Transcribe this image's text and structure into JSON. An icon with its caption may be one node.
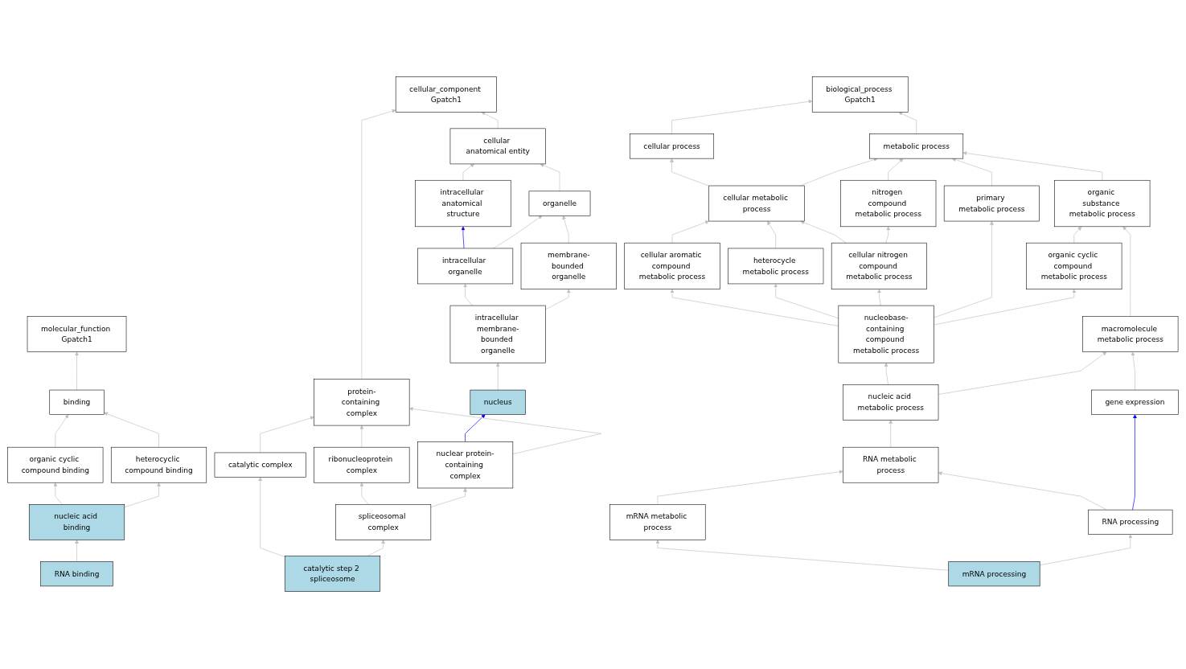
{
  "diagram": {
    "nodes": [
      {
        "text": [
          "molecular_function Gpatch1"
        ]
      },
      {
        "text": [
          "binding"
        ]
      },
      {
        "text": [
          "organic cyclic compound binding"
        ]
      },
      {
        "text": [
          "heterocyclic compound binding"
        ]
      },
      {
        "text": [
          "nucleic acid binding"
        ]
      },
      {
        "text": [
          "RNA binding"
        ]
      },
      {
        "text": [
          "cellular_component Gpatch1"
        ]
      },
      {
        "text": [
          "cellular anatomical entity"
        ]
      },
      {
        "text": [
          "intracellular anatomical structure"
        ]
      },
      {
        "text": [
          "organelle"
        ]
      },
      {
        "text": [
          "intracellular organelle"
        ]
      },
      {
        "text": [
          "membrane-bounded organelle"
        ]
      },
      {
        "text": [
          "intracellular membrane-bounded organelle"
        ]
      },
      {
        "text": [
          "protein-containing complex"
        ]
      },
      {
        "text": [
          "nucleus"
        ]
      },
      {
        "text": [
          "ribonucleoprotein complex"
        ]
      },
      {
        "text": [
          "nuclear protein-containing complex"
        ]
      },
      {
        "text": [
          "catalytic complex"
        ]
      },
      {
        "text": [
          "spliceosomal complex"
        ]
      },
      {
        "text": [
          "catalytic step 2 spliceosome"
        ]
      },
      {
        "text": [
          "biological_process Gpatch1"
        ]
      },
      {
        "text": [
          "cellular process"
        ]
      },
      {
        "text": [
          "metabolic process"
        ]
      },
      {
        "text": [
          "cellular metabolic process"
        ]
      },
      {
        "text": [
          "nitrogen compound metabolic process"
        ]
      },
      {
        "text": [
          "organic substance metabolic process"
        ]
      },
      {
        "text": [
          "cellular aromatic compound metabolic process"
        ]
      },
      {
        "text": [
          "heterocycle metabolic process"
        ]
      },
      {
        "text": [
          "cellular nitrogen compound metabolic process"
        ]
      },
      {
        "text": [
          "primary metabolic process"
        ]
      },
      {
        "text": [
          "organic cyclic compound metabolic process"
        ]
      },
      {
        "text": [
          "nucleobase-containing compound metabolic process"
        ]
      },
      {
        "text": [
          "macromolecule metabolic process"
        ]
      },
      {
        "text": [
          "nucleic acid metabolic process"
        ]
      },
      {
        "text": [
          "RNA metabolic process"
        ]
      },
      {
        "text": [
          "gene expression"
        ]
      },
      {
        "text": [
          "mRNA metabolic process"
        ]
      },
      {
        "text": [
          "RNA processing"
        ]
      },
      {
        "text": [
          "mRNA processing"
        ]
      }
    ],
    "edges": [
      {
        "from": 1,
        "to": 0,
        "arrow": "to"
      },
      {
        "from": 2,
        "to": 1,
        "arrow": "to"
      },
      {
        "from": 3,
        "to": 1,
        "arrow": "to"
      },
      {
        "from": 4,
        "to": 2,
        "arrow": "to"
      },
      {
        "from": 4,
        "to": 3,
        "arrow": "to"
      },
      {
        "from": 5,
        "to": 4,
        "arrow": "to"
      },
      {
        "from": 7,
        "to": 6,
        "arrow": "to"
      },
      {
        "from": 13,
        "to": 6,
        "arrow": "to"
      },
      {
        "from": 8,
        "to": 7,
        "arrow": "to"
      },
      {
        "from": 9,
        "to": 7,
        "arrow": "to"
      },
      {
        "from": 10,
        "to": 8,
        "arrow": "to",
        "color": "#0000ff"
      },
      {
        "from": 10,
        "to": 9,
        "arrow": "to"
      },
      {
        "from": 11,
        "to": 9,
        "arrow": "to"
      },
      {
        "from": 12,
        "to": 10,
        "arrow": "to"
      },
      {
        "from": 12,
        "to": 11,
        "arrow": "to"
      },
      {
        "from": 14,
        "to": 12,
        "arrow": "to"
      },
      {
        "from": 16,
        "to": 14,
        "arrow": "to",
        "color": "#0000ff"
      },
      {
        "from": 15,
        "to": 13,
        "arrow": "to"
      },
      {
        "from": 16,
        "to": 13,
        "arrow": "to"
      },
      {
        "from": 17,
        "to": 13,
        "arrow": "to"
      },
      {
        "from": 18,
        "to": 15,
        "arrow": "to"
      },
      {
        "from": 18,
        "to": 16,
        "arrow": "to"
      },
      {
        "from": 19,
        "to": 17,
        "arrow": "to"
      },
      {
        "from": 19,
        "to": 18,
        "arrow": "to"
      },
      {
        "from": 21,
        "to": 20,
        "arrow": "to"
      },
      {
        "from": 22,
        "to": 20,
        "arrow": "to"
      },
      {
        "from": 23,
        "to": 21,
        "arrow": "to"
      },
      {
        "from": 23,
        "to": 22,
        "arrow": "to"
      },
      {
        "from": 24,
        "to": 22,
        "arrow": "to"
      },
      {
        "from": 25,
        "to": 22,
        "arrow": "to"
      },
      {
        "from": 29,
        "to": 22,
        "arrow": "to"
      },
      {
        "from": 26,
        "to": 23,
        "arrow": "to"
      },
      {
        "from": 27,
        "to": 23,
        "arrow": "to"
      },
      {
        "from": 28,
        "to": 23,
        "arrow": "to"
      },
      {
        "from": 28,
        "to": 24,
        "arrow": "to"
      },
      {
        "from": 30,
        "to": 25,
        "arrow": "to"
      },
      {
        "from": 32,
        "to": 25,
        "arrow": "to"
      },
      {
        "from": 31,
        "to": 26,
        "arrow": "to"
      },
      {
        "from": 31,
        "to": 27,
        "arrow": "to"
      },
      {
        "from": 31,
        "to": 28,
        "arrow": "to"
      },
      {
        "from": 31,
        "to": 29,
        "arrow": "to"
      },
      {
        "from": 31,
        "to": 30,
        "arrow": "to"
      },
      {
        "from": 33,
        "to": 31,
        "arrow": "to"
      },
      {
        "from": 33,
        "to": 32,
        "arrow": "to"
      },
      {
        "from": 35,
        "to": 32,
        "arrow": "to"
      },
      {
        "from": 34,
        "to": 33,
        "arrow": "to"
      },
      {
        "from": 36,
        "to": 34,
        "arrow": "to"
      },
      {
        "from": 37,
        "to": 34,
        "arrow": "to"
      },
      {
        "from": 37,
        "to": 35,
        "arrow": "to",
        "color": "#0000ff"
      },
      {
        "from": 38,
        "to": 36,
        "arrow": "to"
      },
      {
        "from": 38,
        "to": 37,
        "arrow": "to"
      }
    ]
  }
}
